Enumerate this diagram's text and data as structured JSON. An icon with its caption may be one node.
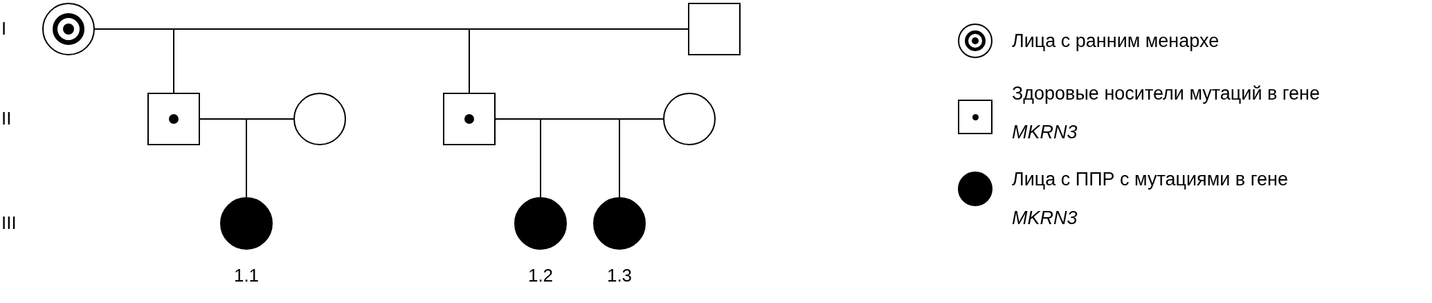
{
  "diagram": {
    "nodes": [
      {
        "text": [],
        "shape": "circle"
      },
      {
        "text": [],
        "shape": "box"
      },
      {
        "text": [],
        "shape": "box"
      },
      {
        "text": [],
        "shape": "circle"
      },
      {
        "text": [],
        "shape": "box"
      },
      {
        "text": [],
        "shape": "circle"
      },
      {
        "text": [],
        "shape": "circle",
        "beside": [
          "1.1"
        ]
      },
      {
        "text": [],
        "shape": "circle",
        "beside": [
          "1.2"
        ]
      },
      {
        "text": [],
        "shape": "circle",
        "beside": [
          "1.3"
        ]
      }
    ],
    "edges": [
      {
        "from": 0,
        "to": 1,
        "arrow": "none"
      },
      {
        "from": 0,
        "to": 2,
        "arrow": "none"
      },
      {
        "from": 0,
        "to": 4,
        "arrow": "none"
      },
      {
        "from": 2,
        "to": 3,
        "arrow": "none"
      },
      {
        "from": 2,
        "to": 6,
        "arrow": "none"
      },
      {
        "from": 4,
        "to": 5,
        "arrow": "none"
      },
      {
        "from": 4,
        "to": 7,
        "arrow": "none"
      },
      {
        "from": 4,
        "to": 8,
        "arrow": "none"
      }
    ],
    "labels": [
      "I",
      "II",
      "III"
    ],
    "legend": [
      {
        "text": "Лица с ранним менархе"
      },
      {
        "text": "Здоровые носители мутаций в гене *MKRN3*"
      },
      {
        "text": "Лица с ППР с мутациями в гене *MKRN3*"
      }
    ]
  }
}
